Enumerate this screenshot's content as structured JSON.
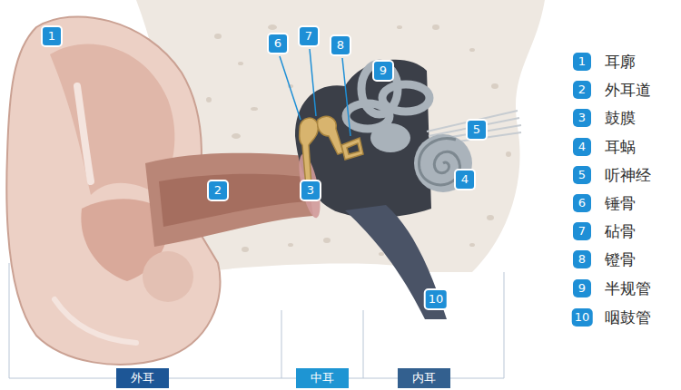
{
  "diagram": {
    "nodes": [
      {
        "text": [
          "外耳"
        ]
      },
      {
        "text": [
          "中耳"
        ]
      },
      {
        "text": [
          "内耳"
        ]
      }
    ],
    "labels": [
      "1",
      "2",
      "3",
      "4",
      "5",
      "6",
      "7",
      "8",
      "9",
      "10",
      "1",
      "耳廓",
      "2",
      "外耳道",
      "3",
      "鼓膜",
      "4",
      "耳蜗",
      "5",
      "听神经",
      "6",
      "锤骨",
      "7",
      "砧骨",
      "8",
      "镫骨",
      "9",
      "半规管",
      "10",
      "咽鼓管"
    ]
  }
}
